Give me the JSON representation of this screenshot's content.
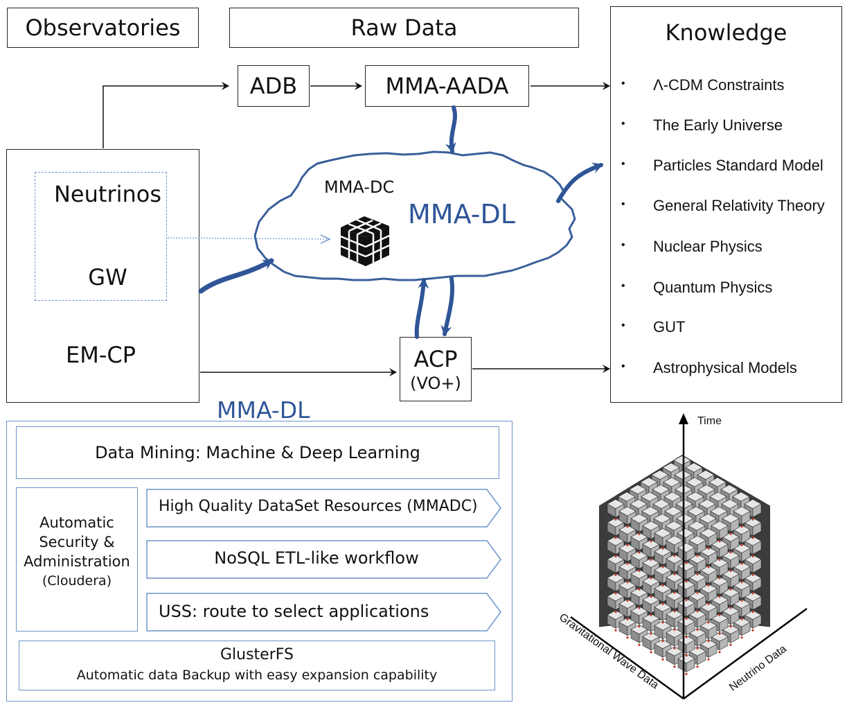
{
  "headers": {
    "observatories": "Observatories",
    "raw_data": "Raw Data",
    "knowledge": "Knowledge"
  },
  "flow": {
    "adb": "ADB",
    "mma_aada": "MMA-AADA",
    "acp_title": "ACP",
    "acp_sub": "(VO+)"
  },
  "sources": {
    "neutrinos": "Neutrinos",
    "gw": "GW",
    "em_cp": "EM-CP"
  },
  "cloud": {
    "dc_label": "MMA-DC",
    "dl_label": "MMA-DL"
  },
  "knowledge_items": [
    "Λ-CDM Constraints",
    "The Early Universe",
    "Particles Standard Model",
    "General Relativity Theory",
    "Nuclear Physics",
    "Quantum Physics",
    "GUT",
    "Astrophysical Models"
  ],
  "architecture": {
    "title": "MMA-DL",
    "data_mining": "Data Mining: Machine & Deep Learning",
    "security_lines": [
      "Automatic",
      "Security &",
      "Administration",
      "(Cloudera)"
    ],
    "arrow_rows": [
      "High Quality DataSet Resources (MMADC)",
      "NoSQL ETL-like workflow",
      "USS:  route to select applications"
    ],
    "glusterfs_title": "GlusterFS",
    "glusterfs_sub": "Automatic data Backup with easy expansion capability"
  },
  "cube_plot": {
    "axis_time": "Time",
    "axis_gw": "Gravitational Wave Data",
    "axis_neutrino": "Neutrino Data"
  },
  "colors": {
    "accent_blue": "#2f5597",
    "light_blue_border": "#6d93c9",
    "cloud_blue": "#3a5f9a"
  }
}
